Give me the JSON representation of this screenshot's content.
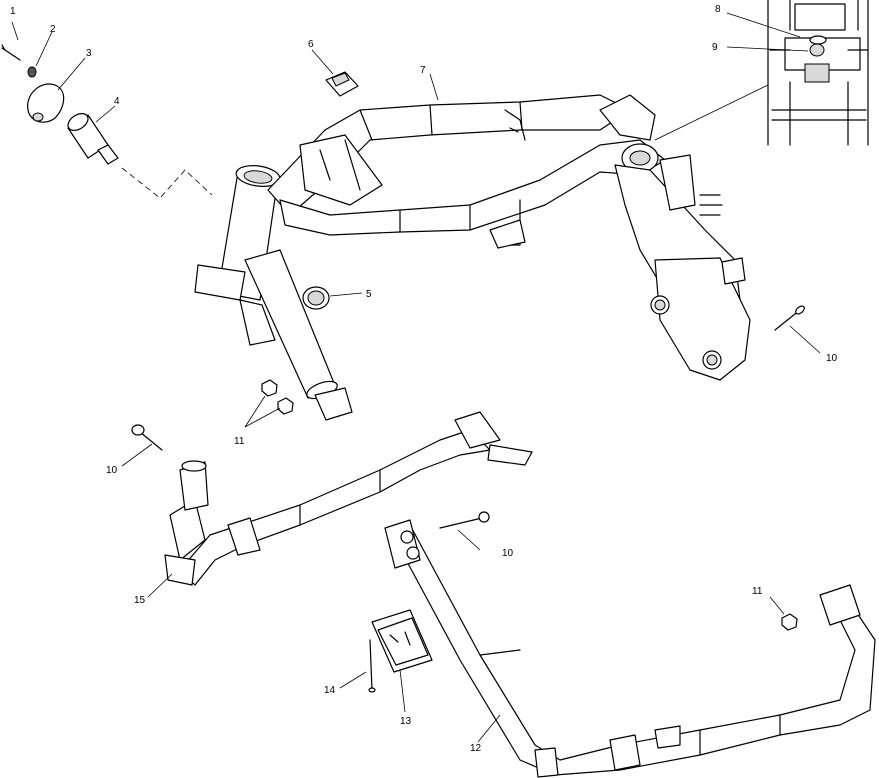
{
  "callouts": {
    "c1": "1",
    "c2": "2",
    "c3": "3",
    "c4": "4",
    "c5": "5",
    "c6": "6",
    "c7": "7",
    "c8": "8",
    "c9": "9",
    "c10a": "10",
    "c10b": "10",
    "c10c": "10",
    "c11a": "11",
    "c11b": "11",
    "c12": "12",
    "c13": "13",
    "c14": "14",
    "c15": "15"
  }
}
